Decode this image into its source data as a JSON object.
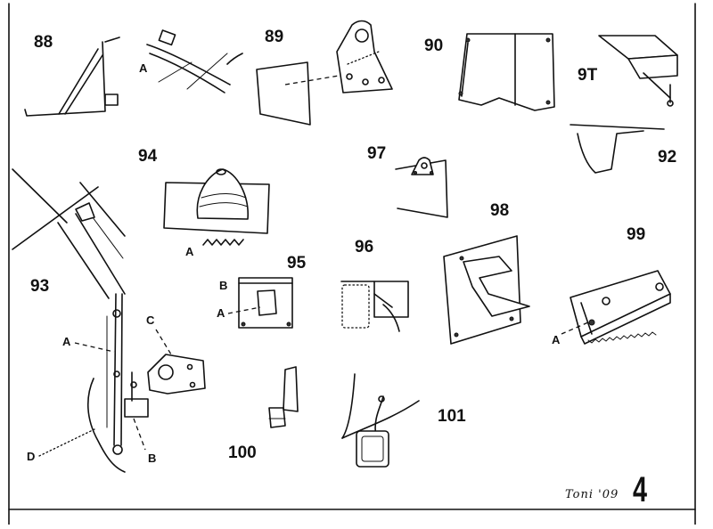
{
  "parts": [
    {
      "id": "88",
      "label": "88",
      "callouts": [
        "A"
      ]
    },
    {
      "id": "89",
      "label": "89",
      "callouts": []
    },
    {
      "id": "90",
      "label": "90",
      "callouts": []
    },
    {
      "id": "91",
      "label": "9T",
      "callouts": []
    },
    {
      "id": "92",
      "label": "92",
      "callouts": []
    },
    {
      "id": "93",
      "label": "93",
      "callouts": [
        "A",
        "B",
        "C",
        "D"
      ]
    },
    {
      "id": "94",
      "label": "94",
      "callouts": [
        "A"
      ]
    },
    {
      "id": "95",
      "label": "95",
      "callouts": [
        "A",
        "B"
      ]
    },
    {
      "id": "96",
      "label": "96",
      "callouts": []
    },
    {
      "id": "97",
      "label": "97",
      "callouts": []
    },
    {
      "id": "98",
      "label": "98",
      "callouts": []
    },
    {
      "id": "99",
      "label": "99",
      "callouts": [
        "A"
      ]
    },
    {
      "id": "100",
      "label": "100",
      "callouts": []
    },
    {
      "id": "101",
      "label": "101",
      "callouts": []
    }
  ],
  "signature": "Toni '09",
  "page_number": "4"
}
